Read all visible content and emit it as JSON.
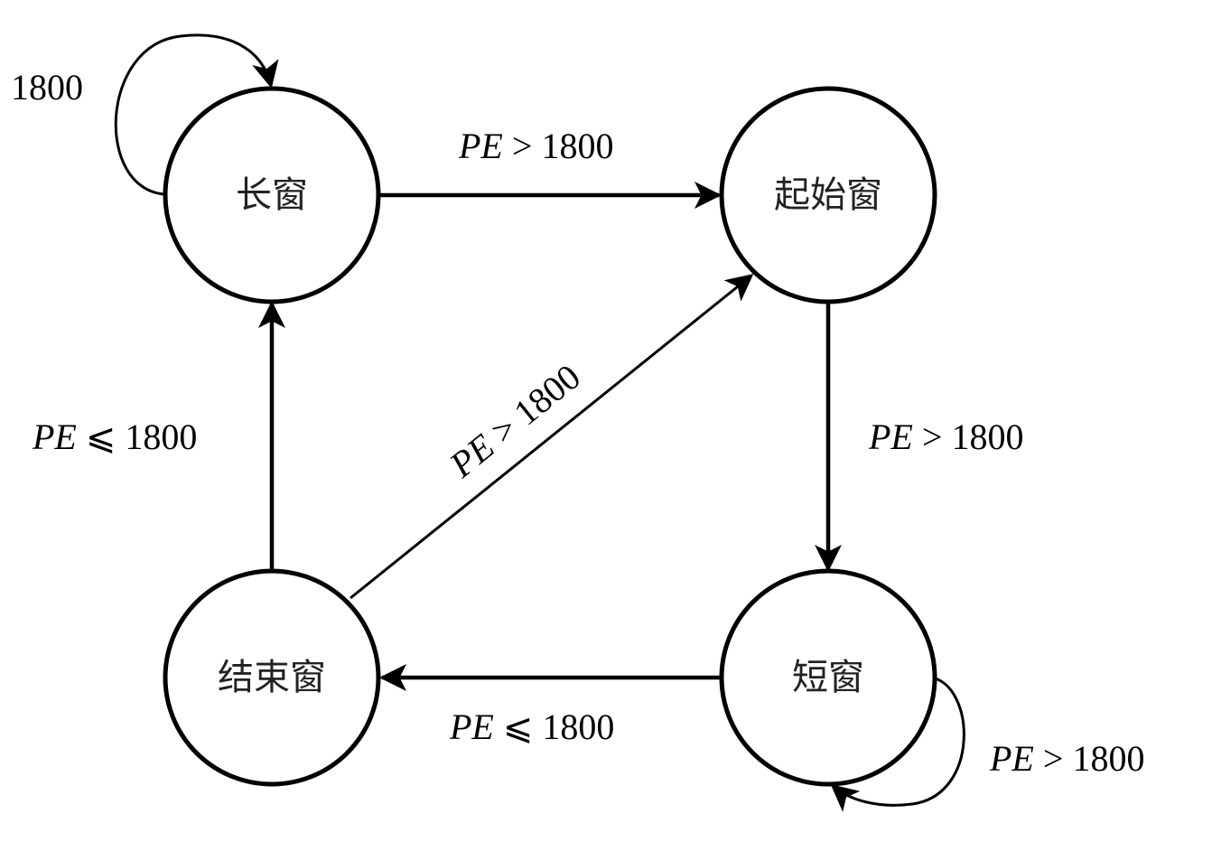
{
  "colors": {
    "stroke": "#000000",
    "text": "#222222",
    "background": "#ffffff"
  },
  "nodes": {
    "long_window": "长窗",
    "start_window": "起始窗",
    "short_window": "短窗",
    "end_window": "结束窗"
  },
  "edges": {
    "long_self_loop": {
      "value": "1800"
    },
    "long_to_start": {
      "var": "PE",
      "op": ">",
      "value": "1800"
    },
    "start_to_short": {
      "var": "PE",
      "op": ">",
      "value": "1800"
    },
    "short_self_loop": {
      "var": "PE",
      "op": ">",
      "value": "1800"
    },
    "short_to_end": {
      "var": "PE",
      "op": "⩽",
      "value": "1800"
    },
    "end_to_long": {
      "var": "PE",
      "op": "⩽",
      "value": "1800"
    },
    "end_to_start": {
      "var": "PE",
      "op": ">",
      "value": "1800"
    }
  }
}
